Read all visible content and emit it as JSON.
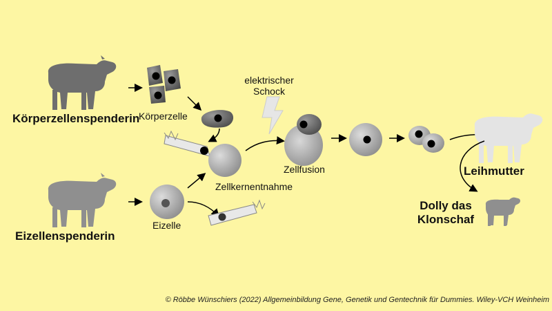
{
  "labels": {
    "somatic_donor": "Körperzellenspenderin",
    "somatic_cell": "Körperzelle",
    "egg_donor": "Eizellenspenderin",
    "egg_cell": "Eizelle",
    "enucleation": "Zellkernentnahme",
    "shock_line1": "elektrischer",
    "shock_line2": "Schock",
    "fusion": "Zellfusion",
    "surrogate": "Leihmutter",
    "dolly_line1": "Dolly das",
    "dolly_line2": "Klonschaf"
  },
  "copyright": "© Röbbe Wünschiers (2022) Allgemeinbildung Gene, Genetik und Gentechnik für Dummies. Wiley-VCH Weinheim",
  "colors": {
    "background": "#fdf6a3",
    "dark_sheep": "#6e6e6e",
    "light_sheep": "#8f8f8f",
    "surrogate_sheep": "#e4e4e4",
    "nucleus": "#000000"
  }
}
